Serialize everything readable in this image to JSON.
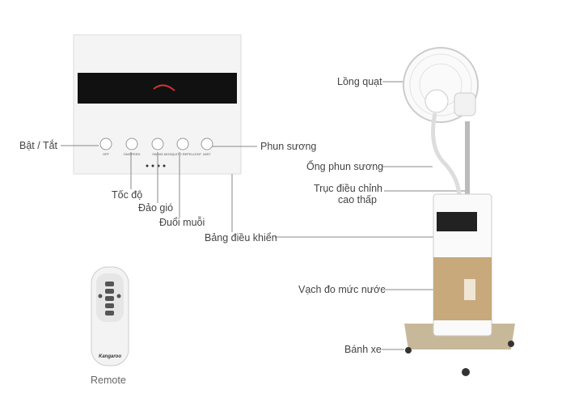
{
  "panel_buttons": [
    "OFF",
    "ON/SPEED",
    "SWING",
    "MOSQUITO REPELLENT",
    "MIST"
  ],
  "labels": {
    "power": "Bật / Tắt",
    "mist": "Phun sương",
    "speed": "Tốc độ",
    "swing": "Đảo gió",
    "mosquito": "Đuổi muỗi",
    "control_panel_left": "Bảng điều khiển",
    "fan_guard": "Lồng quạt",
    "mist_tube": "Ống phun sương",
    "height_shaft_1": "Trục điều chỉnh",
    "height_shaft_2": "cao thấp",
    "water_gauge": "Vạch đo mức nước",
    "wheels": "Bánh xe",
    "remote": "Remote"
  },
  "brand": "Kangaroo"
}
